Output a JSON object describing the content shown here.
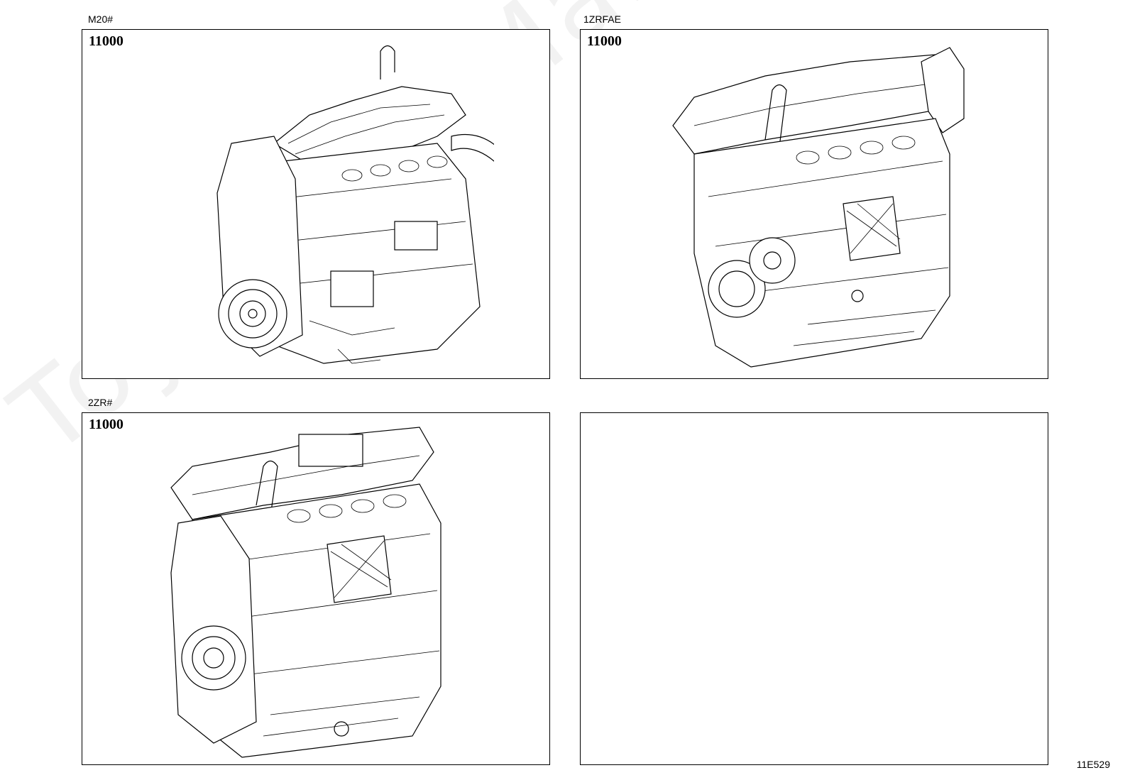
{
  "panels": [
    {
      "caption": "M20#",
      "part_number": "11000"
    },
    {
      "caption": "1ZRFAE",
      "part_number": "11000"
    },
    {
      "caption": "2ZR#",
      "part_number": "11000"
    },
    {
      "caption": "",
      "part_number": ""
    }
  ],
  "watermark": "ToyotaCarMarket.ru",
  "diagram_code": "11E529",
  "icons": [
    "engine-assembly-drawing"
  ]
}
